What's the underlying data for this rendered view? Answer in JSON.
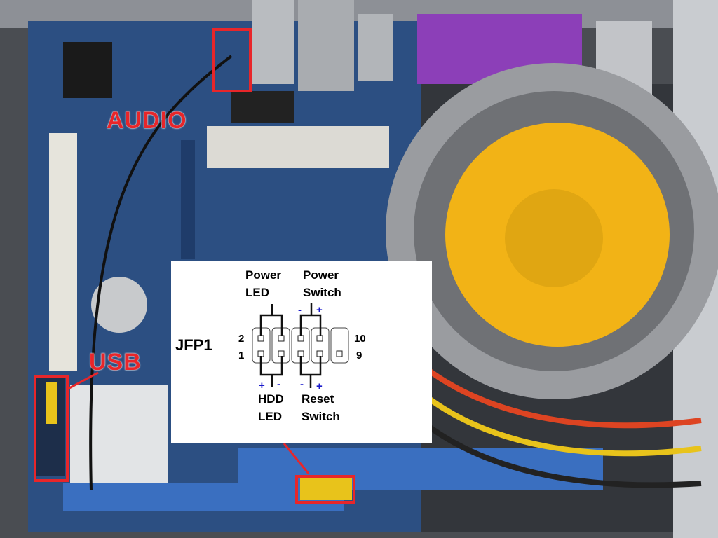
{
  "annotations": {
    "audio_label": "AUDIO",
    "usb_label": "USB"
  },
  "pinout": {
    "header_name": "JFP1",
    "power_led": [
      "Power",
      "LED"
    ],
    "power_switch": [
      "Power",
      "Switch"
    ],
    "hdd_led": [
      "HDD",
      "LED"
    ],
    "reset_switch": [
      "Reset",
      "Switch"
    ],
    "pin_numbers": {
      "top_left": "2",
      "bottom_left": "1",
      "top_right": "10",
      "bottom_right": "9"
    },
    "polarity": {
      "minus": "-",
      "plus": "+"
    }
  },
  "colors": {
    "annotation_red": "#e8262a",
    "polarity_blue": "#1a1acc",
    "board_blue": "#2c4f82",
    "fan_yellow": "#f2b316"
  }
}
